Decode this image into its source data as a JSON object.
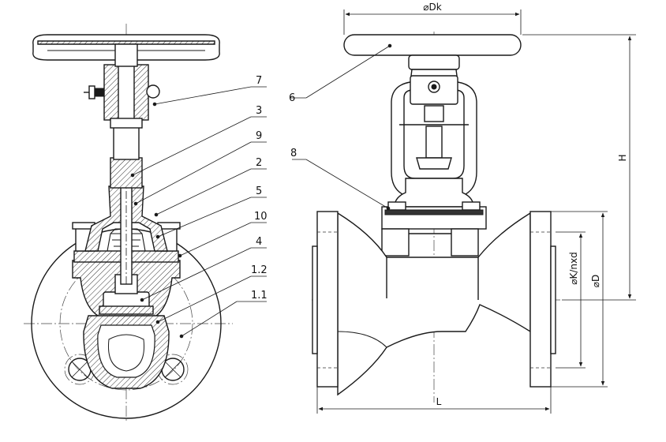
{
  "callouts": [
    "7",
    "3",
    "9",
    "2",
    "5",
    "10",
    "4",
    "1.2",
    "1.1",
    "6",
    "8"
  ],
  "dimensions": {
    "top": "⌀Dk",
    "bottom": "L",
    "right_height": "H",
    "bolt_circle": "⌀K/nxd",
    "flange_dia": "⌀D"
  }
}
